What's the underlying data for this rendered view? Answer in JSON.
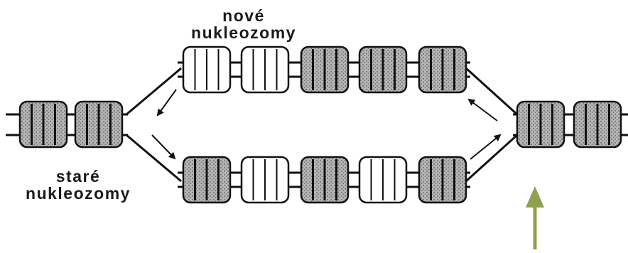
{
  "labels": {
    "new_line1": "nové",
    "new_line2": "nukleozomy",
    "old_line1": "staré",
    "old_line2": "nukleozomy"
  },
  "colors": {
    "old_nucleosome_fill": "#b5b5b5",
    "new_nucleosome_fill": "#ffffff",
    "outline": "#111111",
    "pointer_arrow": "#8da24a"
  },
  "nucleosome_types": {
    "left_strand": [
      "old",
      "old"
    ],
    "upper_strand": [
      "new",
      "new",
      "old",
      "old",
      "old"
    ],
    "lower_strand": [
      "old",
      "new",
      "old",
      "new",
      "old"
    ],
    "right_strand": [
      "old",
      "old"
    ]
  }
}
